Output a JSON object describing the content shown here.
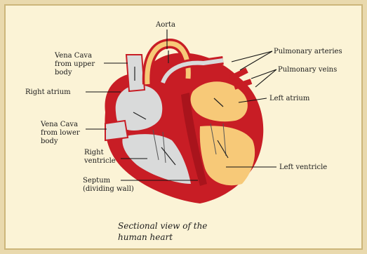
{
  "diagram": {
    "labels": {
      "aorta": "Aorta",
      "vena_cava_upper": [
        "Vena Cava",
        "from upper",
        "body"
      ],
      "right_atrium": "Right atrium",
      "vena_cava_lower": [
        "Vena Cava",
        "from lower",
        "body"
      ],
      "right_ventricle": [
        "Right",
        "ventricle"
      ],
      "septum": [
        "Septum",
        "(dividing wall)"
      ],
      "pulmonary_arteries": "Pulmonary arteries",
      "pulmonary_veins": "Pulmonary veins",
      "left_atrium": "Left atrium",
      "left_ventricle": "Left ventricle"
    },
    "caption": [
      "Sectional view of the",
      "human heart"
    ],
    "colors": {
      "muscle": "#c81d25",
      "deoxygenated": "#d9dada",
      "oxygenated": "#f7c978",
      "background": "#fbf3d6"
    }
  }
}
